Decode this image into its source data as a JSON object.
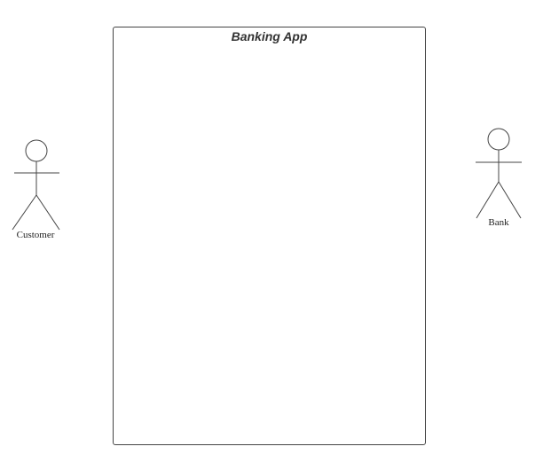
{
  "diagram": {
    "type": "use-case",
    "system": {
      "title": "Banking App"
    },
    "actors": [
      {
        "id": "customer",
        "label": "Customer",
        "side": "left"
      },
      {
        "id": "bank",
        "label": "Bank",
        "side": "right"
      }
    ],
    "colors": {
      "line": "#444444",
      "text": "#333333",
      "background": "#ffffff"
    }
  }
}
